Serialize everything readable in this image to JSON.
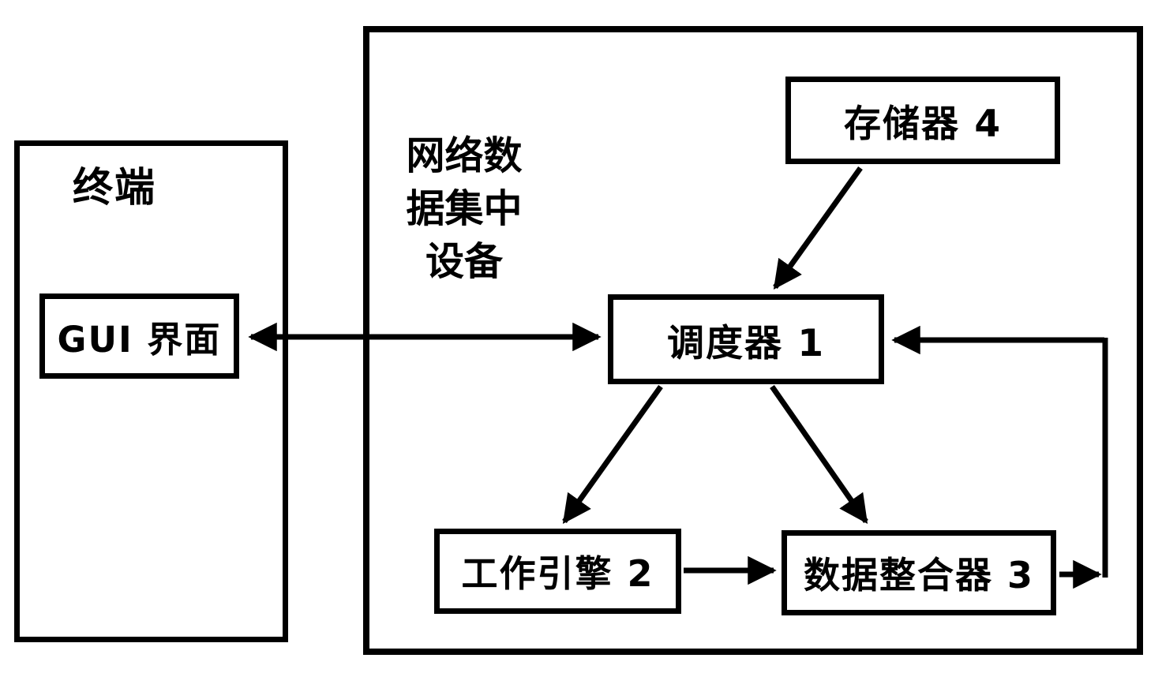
{
  "figure": {
    "background_color": "#ffffff",
    "line_color": "#000000",
    "terminal": {
      "label": "终端",
      "gui_label": "GUI 界面"
    },
    "device": {
      "label_lines": [
        "网络数",
        "据集中",
        "设备"
      ],
      "memory_label": "存储器 4",
      "scheduler_label": "调度器 1",
      "engine_label": "工作引擎 2",
      "integrator_label": "数据整合器 3"
    },
    "connections": [
      {
        "from": "GUI 界面",
        "to": "调度器 1",
        "direction": "bidirectional"
      },
      {
        "from": "存储器 4",
        "to": "调度器 1",
        "direction": "one-way"
      },
      {
        "from": "调度器 1",
        "to": "工作引擎 2",
        "direction": "one-way"
      },
      {
        "from": "调度器 1",
        "to": "数据整合器 3",
        "direction": "one-way"
      },
      {
        "from": "工作引擎 2",
        "to": "数据整合器 3",
        "direction": "one-way"
      },
      {
        "from": "数据整合器 3",
        "to": "调度器 1",
        "direction": "one-way",
        "path": "right-side feedback loop"
      }
    ]
  }
}
